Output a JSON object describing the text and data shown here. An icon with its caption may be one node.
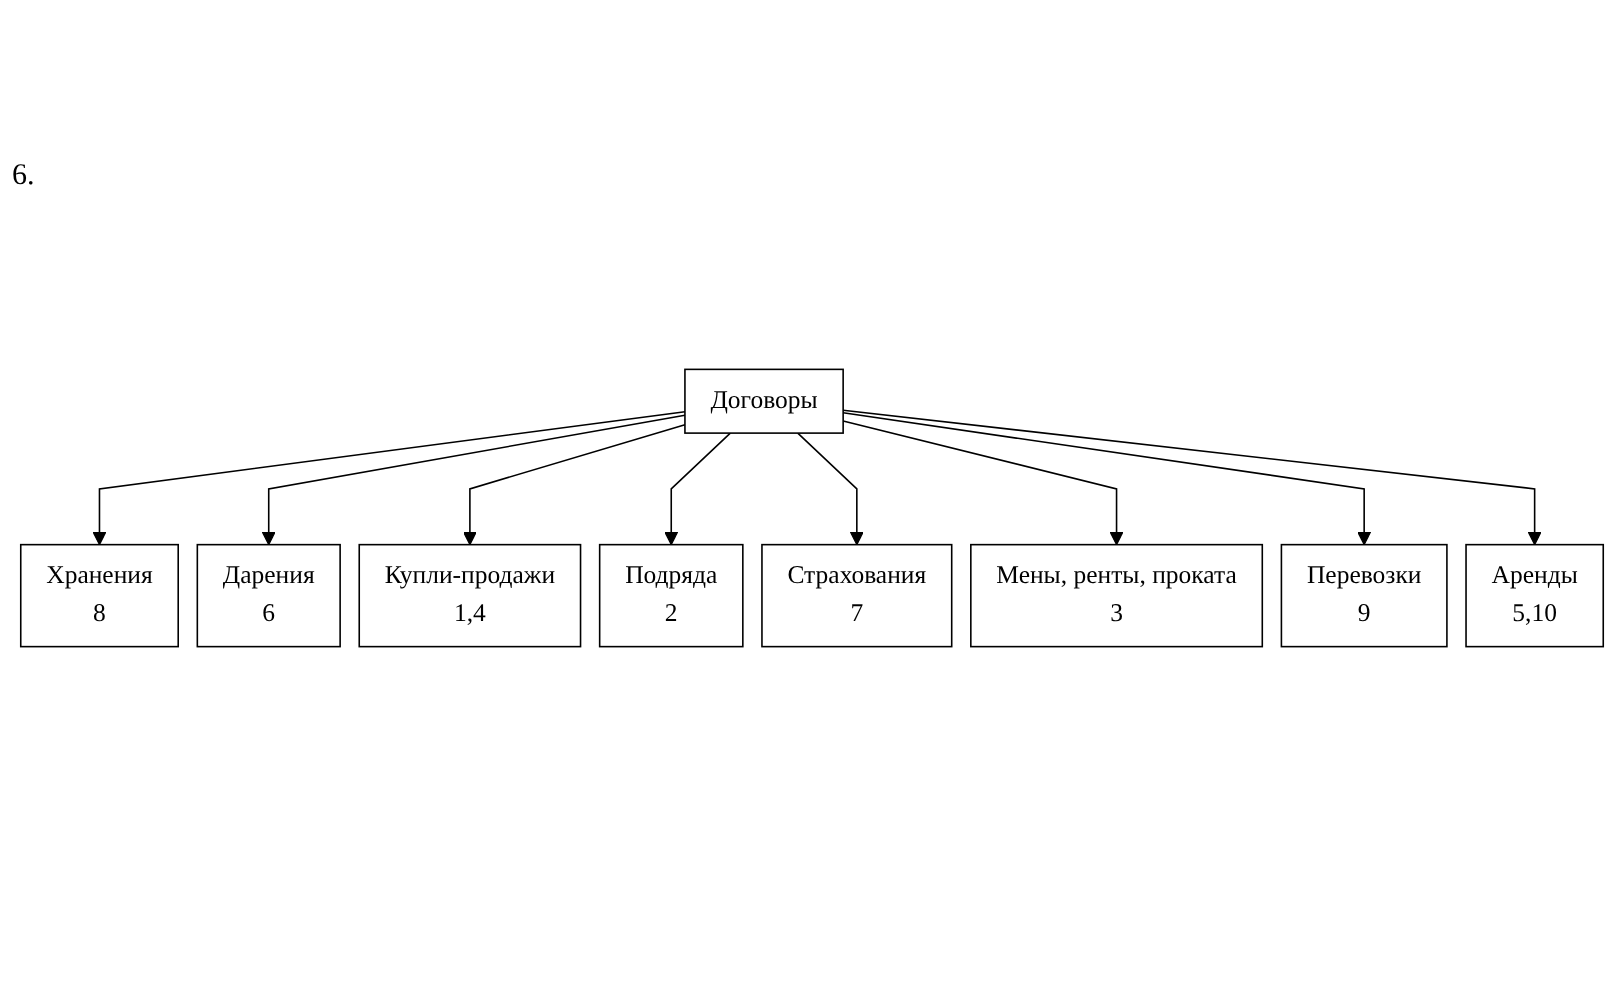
{
  "diagram": {
    "nodes": [
      {
        "text": [
          "Хранения",
          "8"
        ]
      },
      {
        "text": [
          "Дарения",
          "6"
        ]
      },
      {
        "text": [
          "Купли-продажи",
          "1,4"
        ]
      },
      {
        "text": [
          "Подряда",
          "2"
        ]
      },
      {
        "text": [
          "Договоры"
        ]
      },
      {
        "text": [
          "Страхования",
          "7"
        ]
      },
      {
        "text": [
          "Мены, ренты, проката",
          "3"
        ]
      },
      {
        "text": [
          "Перевозки",
          "9"
        ]
      },
      {
        "text": [
          "Аренды",
          "5,10"
        ]
      }
    ],
    "edges": [
      {
        "from": 4,
        "to": 0,
        "arrow": "to"
      },
      {
        "from": 4,
        "to": 1,
        "arrow": "to"
      },
      {
        "from": 4,
        "to": 2,
        "arrow": "to"
      },
      {
        "from": 4,
        "to": 3,
        "arrow": "to"
      },
      {
        "from": 4,
        "to": 5,
        "arrow": "to"
      },
      {
        "from": 4,
        "to": 6,
        "arrow": "to"
      },
      {
        "from": 4,
        "to": 7,
        "arrow": "to"
      },
      {
        "from": 4,
        "to": 8,
        "arrow": "to"
      }
    ],
    "labels": [
      "6."
    ]
  }
}
